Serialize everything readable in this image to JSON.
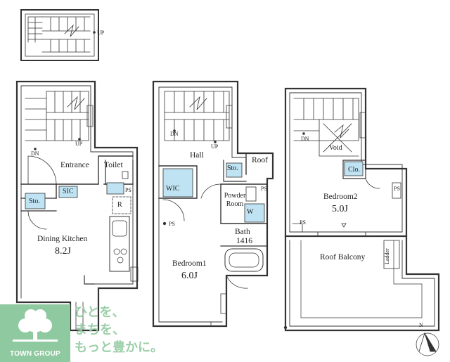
{
  "rooms": {
    "entrance": "Entrance",
    "toilet": "Toilet",
    "sic": "SIC",
    "storage": "Sto.",
    "dining_kitchen": "Dining Kitchen",
    "dining_kitchen_size": "8.2J",
    "refrigerator": "R",
    "hall": "Hall",
    "roof": "Roof",
    "wic": "WIC",
    "powder_room": "Powder Room",
    "washer": "W",
    "bath": "Bath",
    "bath_size": "1416",
    "bedroom1": "Bedroom1",
    "bedroom1_size": "6.0J",
    "void": "Void",
    "closet": "Clo.",
    "bedroom2": "Bedroom2",
    "bedroom2_size": "5.0J",
    "roof_balcony": "Roof Balcony",
    "ladder": "Ladder"
  },
  "marks": {
    "up": "UP",
    "down": "DN",
    "pipe_space": "PS",
    "north": "N"
  },
  "brand": {
    "name": "TOWN GROUP",
    "slogan_lines": [
      "ひとを、",
      "まちを、",
      "もっと豊かに。"
    ],
    "color": "#8fc9a0"
  },
  "colors": {
    "wall": "#333333",
    "fixture_fill": "#bfe3f2"
  }
}
